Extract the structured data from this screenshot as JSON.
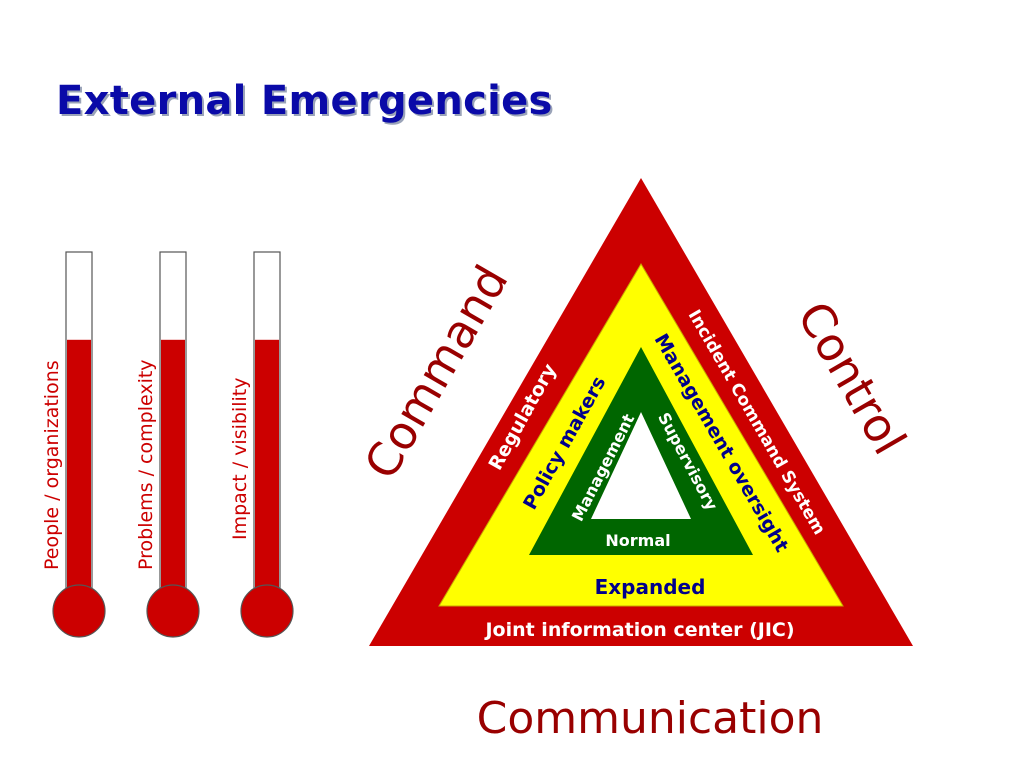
{
  "slide": {
    "title": "External Emergencies"
  },
  "thermometers": [
    {
      "label": "People / organizations",
      "level": 0.75
    },
    {
      "label": "Problems / complexity",
      "level": 0.75
    },
    {
      "label": "Impact / visibility",
      "level": 0.75
    }
  ],
  "triangle": {
    "outer_labels": {
      "command": "Command",
      "control": "Control",
      "communication": "Communication"
    },
    "red_band": {
      "left": "Regulatory",
      "right": "Incident Command System",
      "bottom": "Joint information center (JIC)"
    },
    "yellow_band": {
      "left": "Policy makers",
      "right": "Management oversight",
      "bottom": "Expanded"
    },
    "green_band": {
      "left": "Management",
      "right": "Supervisory",
      "bottom": "Normal"
    }
  },
  "colors": {
    "title": "#0a0aa8",
    "red": "#cc0000",
    "dark_red": "#990000",
    "yellow": "#ffff00",
    "green": "#006600",
    "navy": "#00008b",
    "white": "#ffffff"
  }
}
